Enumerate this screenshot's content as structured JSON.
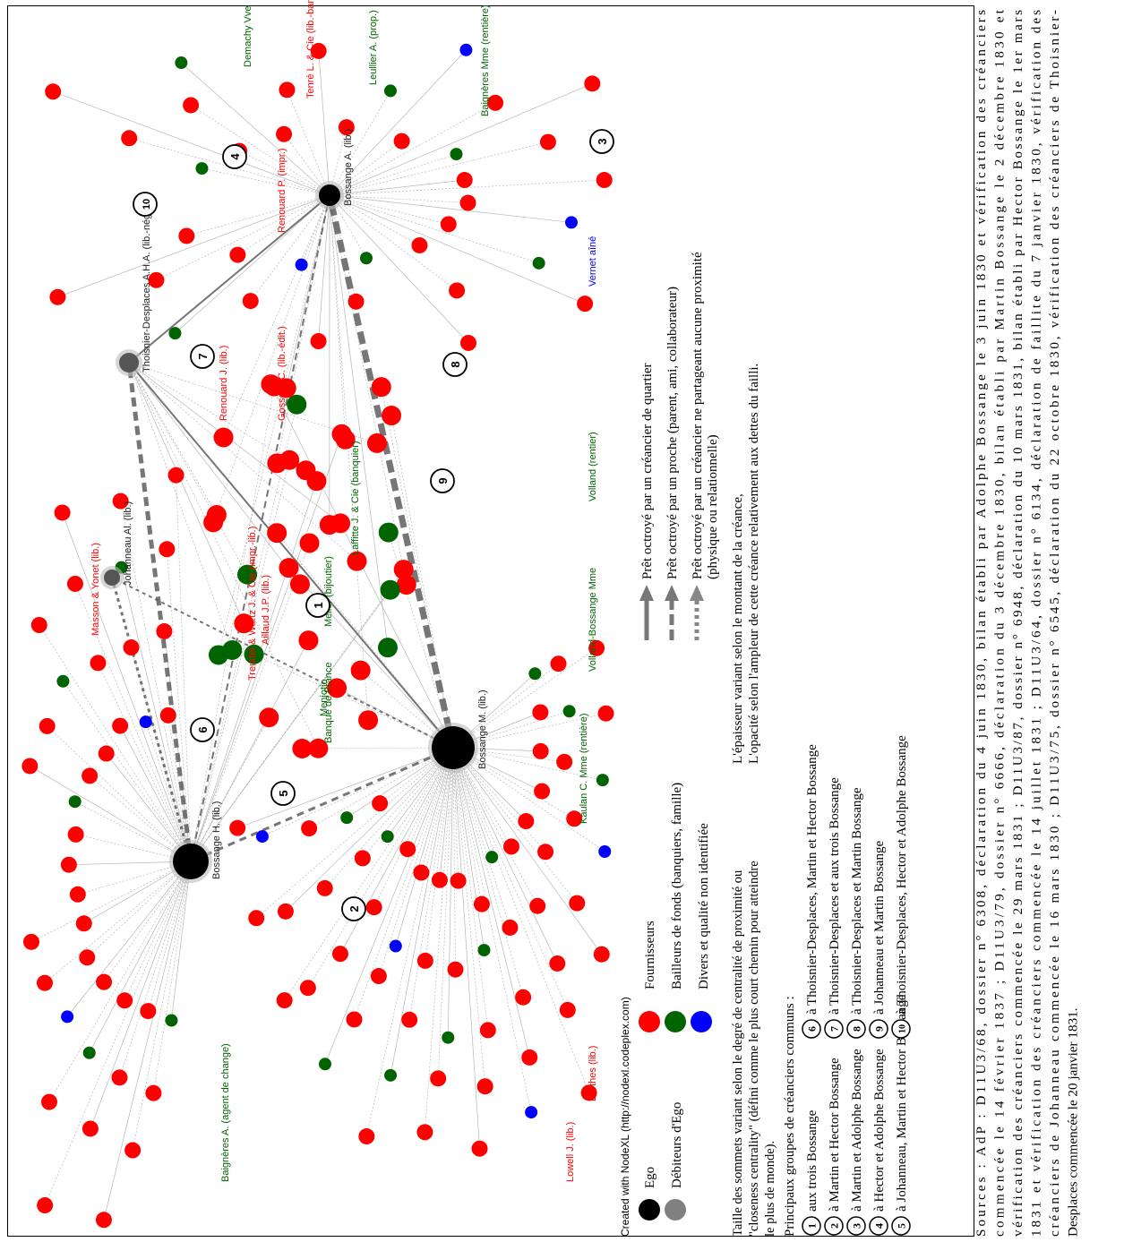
{
  "credit": "Created with NodeXL (http://nodexl.codeplex.com)",
  "legend": {
    "ego": "Ego",
    "debtors": "Débiteurs d'Ego",
    "suppliers": "Fournisseurs",
    "funders": "Bailleurs de fonds (banquiers, famille)",
    "various": "Divers et qualité non identifiée",
    "size_note_1": "Taille des sommets variant selon le degré de centralité de proximité ou",
    "size_note_2": "\"closeness centrality\" (défini comme le plus court chemin pour atteindre",
    "size_note_3": "le plus de monde).",
    "loan_quarter": "Prêt octroyé par un créancier de quartier",
    "loan_close": "Prêt octroyé par un proche (parent, ami, collaborateur)",
    "loan_none_1": "Prêt octroyé par un créancier ne partageant aucune proximité",
    "loan_none_2": "(physique ou relationnelle)",
    "thickness_1": "L'épaisseur variant selon le montant de la créance,",
    "thickness_2": "L'opacité selon l'ampleur de cette créance relativement aux dettes du failli.",
    "colors": {
      "supplier": "#ff0000",
      "funder": "#006400",
      "various": "#0000ff",
      "ego": "#000000",
      "debtor": "#808080"
    }
  },
  "groups": {
    "title": "Principaux groupes de créanciers communs :",
    "items": [
      {
        "n": "1",
        "label": "aux trois Bossange"
      },
      {
        "n": "2",
        "label": "à Martin et Hector Bossange"
      },
      {
        "n": "3",
        "label": "à Martin et Adolphe Bossange"
      },
      {
        "n": "4",
        "label": "à Hector et Adolphe Bossange"
      },
      {
        "n": "5",
        "label": "à Johanneau, Martin et Hector Bossange"
      },
      {
        "n": "6",
        "label": "à Thoisnier-Desplaces, Martin et Hector Bossange"
      },
      {
        "n": "7",
        "label": "à Thoisnier-Desplaces et aux trois Bossange"
      },
      {
        "n": "8",
        "label": "à Thoisnier-Desplaces et Martin Bossange"
      },
      {
        "n": "9",
        "label": "à Johanneau et Martin Bossange"
      },
      {
        "n": "10",
        "label": "à Thoisnier-Desplaces, Hector et Adolphe Bossange"
      }
    ]
  },
  "sources": [
    "Sources : AdP : D11U3/68, dossier n° 6308, déclaration du 4 juin 1830, bilan établi par Adolphe Bossange le 3 juin 1830 et vérification des créanciers",
    "commencée le 14 février 1837 ; D11U3/79, dossier n° 6666, déclaration du 3 décembre 1830, bilan établi par Martin Bossange le 2 décembre 1830 et",
    "vérification des créanciers commencée le 29 mars 1831 ; D11U3/87, dossier n° 6948, déclaration du 10 mars 1831, bilan établi par Hector Bossange le 1er mars",
    "1831 et vérification des créanciers commencée le 14 juillet 1831 ; D11U3/64, dossier n° 6134, déclaration de faillite du 7 janvier 1830, vérification des",
    "créanciers de Johanneau commencée le 16 mars 1830 ; D11U3/75, dossier n° 6545, déclaration du 22 octobre 1830, vérification des créanciers de Thoisnier-",
    "Desplaces commencée le 20 janvier 1831."
  ],
  "egos": [
    {
      "key": "H",
      "label": "Bossange H. (lib.)"
    },
    {
      "key": "M",
      "label": "Bossange M. (lib.)"
    },
    {
      "key": "A",
      "label": "Bossange A. (lib.)"
    },
    {
      "key": "T",
      "label": "Thoisnier-Desplaces A.H.A. (lib.-négt.)"
    },
    {
      "key": "J",
      "label": "Johanneau Al. (lib.)"
    }
  ],
  "node_labels": [
    {
      "text": "Baignères A. (agent de change)",
      "type": "funder"
    },
    {
      "text": "Lowell J. (lib.)",
      "type": "supplier"
    },
    {
      "text": "Barthes (lib.)",
      "type": "supplier"
    },
    {
      "text": "Kaulan C. Mme (rentière)",
      "type": "funder"
    },
    {
      "text": "Volland-Bossange Mme",
      "type": "funder"
    },
    {
      "text": "Volland (rentier)",
      "type": "funder"
    },
    {
      "text": "Vernet aîné",
      "type": "various"
    },
    {
      "text": "Baignères Mme (rentière)",
      "type": "funder"
    },
    {
      "text": "Leullier A. (prop.)",
      "type": "funder"
    },
    {
      "text": "Demachy Vve",
      "type": "funder"
    },
    {
      "text": "Tenré L. & Cie (lib.-banquier)",
      "type": "supplier"
    },
    {
      "text": "Renouard P. (impr.)",
      "type": "supplier"
    },
    {
      "text": "Gosselin C. (lib.-édit.)",
      "type": "supplier"
    },
    {
      "text": "Laffitte J. & Cie (banquier)",
      "type": "funder"
    },
    {
      "text": "Meller (bijoutier)",
      "type": "funder"
    },
    {
      "text": "Banque de France",
      "type": "funder"
    },
    {
      "text": "Treuttel & Wurtz J. & Cie (impr.-lib.)",
      "type": "supplier"
    },
    {
      "text": "Aillaud J.P. (lib.)",
      "type": "supplier"
    },
    {
      "text": "Masson & Yonet (lib.)",
      "type": "supplier"
    },
    {
      "text": "Renouard J. (lib.)",
      "type": "supplier"
    },
    {
      "text": "Menjotio",
      "type": "funder"
    }
  ]
}
